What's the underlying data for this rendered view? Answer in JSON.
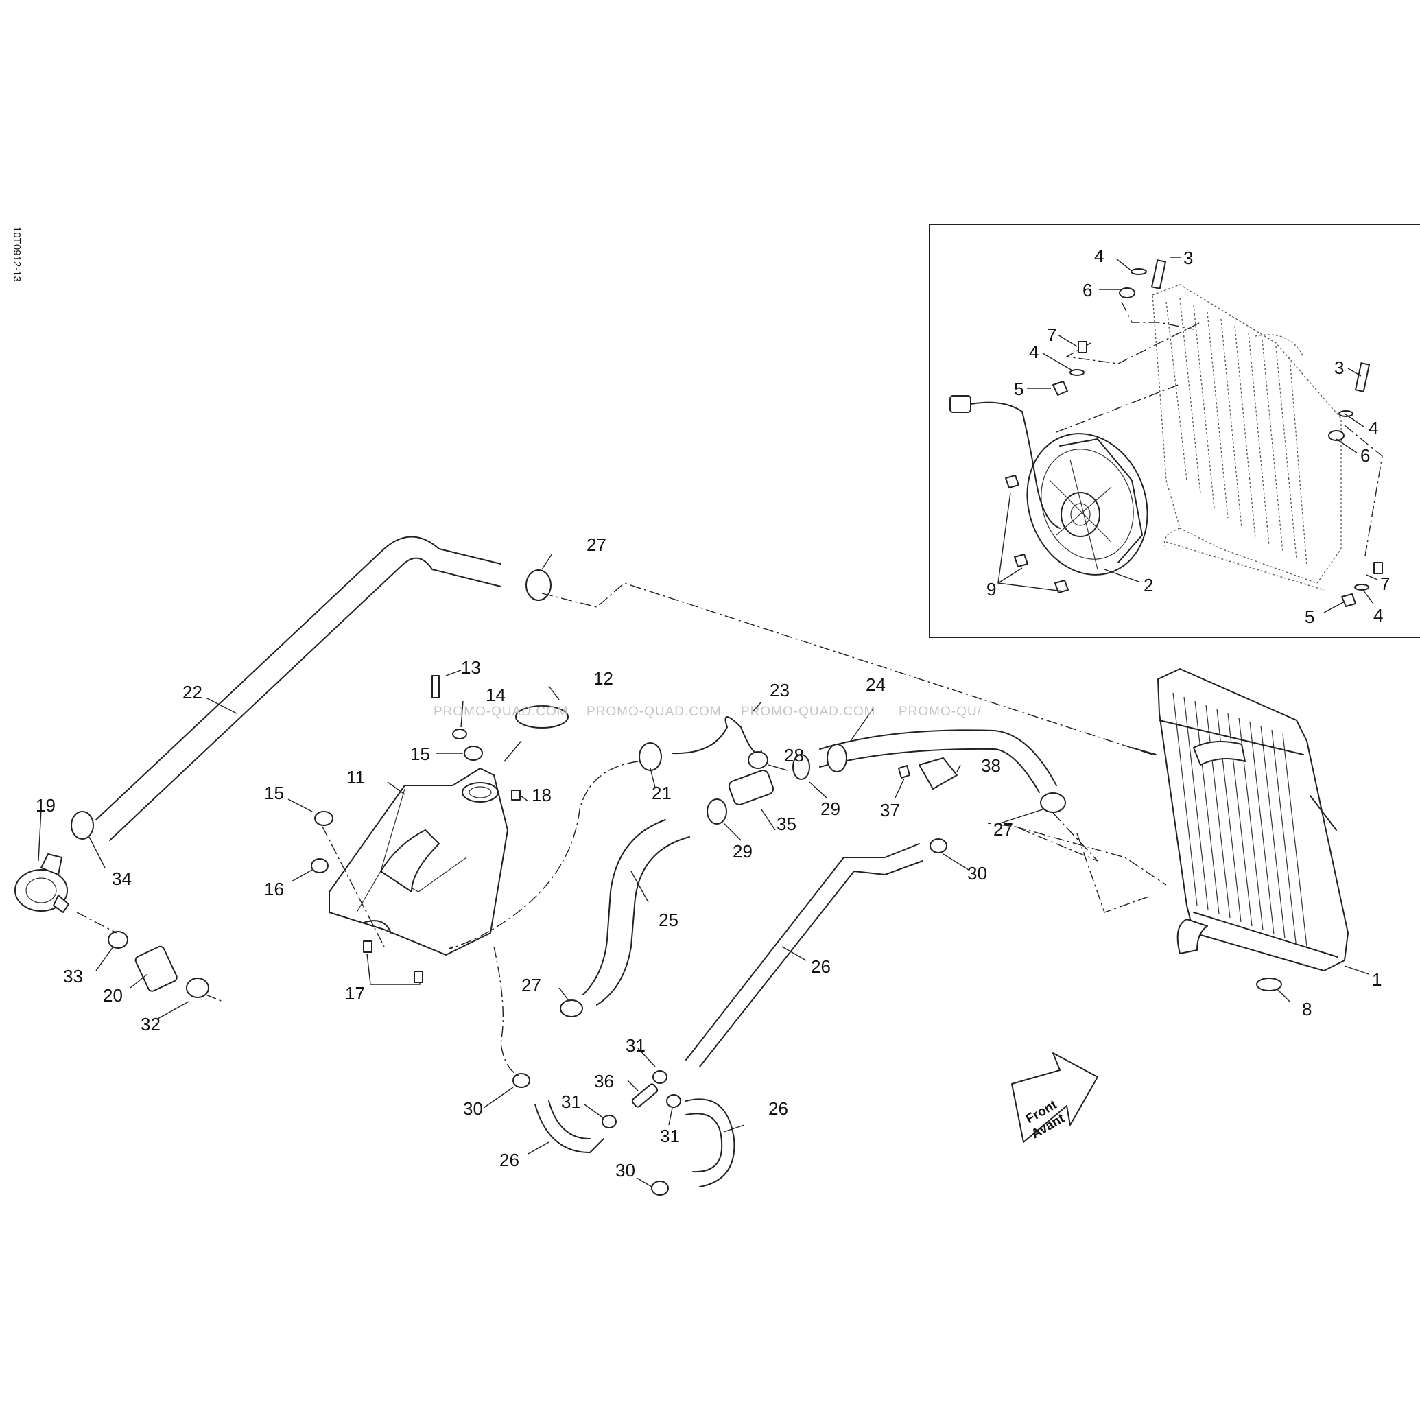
{
  "drawing_ref": "10T0912-13",
  "watermark": [
    "PROMO-QUAD.COM",
    "PROMO-QUAD.COM",
    "PROMO-QUAD.COM",
    "PROMO-QU/"
  ],
  "front_arrow": {
    "line1": "Front",
    "line2": "Avant"
  },
  "callouts": {
    "c1": "1",
    "c2": "2",
    "c8": "8",
    "c9": "9",
    "c3a": "3",
    "c4a": "4",
    "c6a": "6",
    "c7a": "7",
    "c4b": "4",
    "c5a": "5",
    "c3b": "3",
    "c4c": "4",
    "c6b": "6",
    "c7b": "7",
    "c4d": "4",
    "c5b": "5",
    "c11": "11",
    "c12": "12",
    "c13": "13",
    "c14": "14",
    "c15a": "15",
    "c15b": "15",
    "c16": "16",
    "c17": "17",
    "c18": "18",
    "c19": "19",
    "c20": "20",
    "c21": "21",
    "c22": "22",
    "c23": "23",
    "c24": "24",
    "c25": "25",
    "c26a": "26",
    "c26b": "26",
    "c26c": "26",
    "c27a": "27",
    "c27b": "27",
    "c27c": "27",
    "c28": "28",
    "c29a": "29",
    "c29b": "29",
    "c30a": "30",
    "c30b": "30",
    "c30c": "30",
    "c31a": "31",
    "c31b": "31",
    "c31c": "31",
    "c32": "32",
    "c33": "33",
    "c34": "34",
    "c35": "35",
    "c36": "36",
    "c37": "37",
    "c38": "38"
  }
}
